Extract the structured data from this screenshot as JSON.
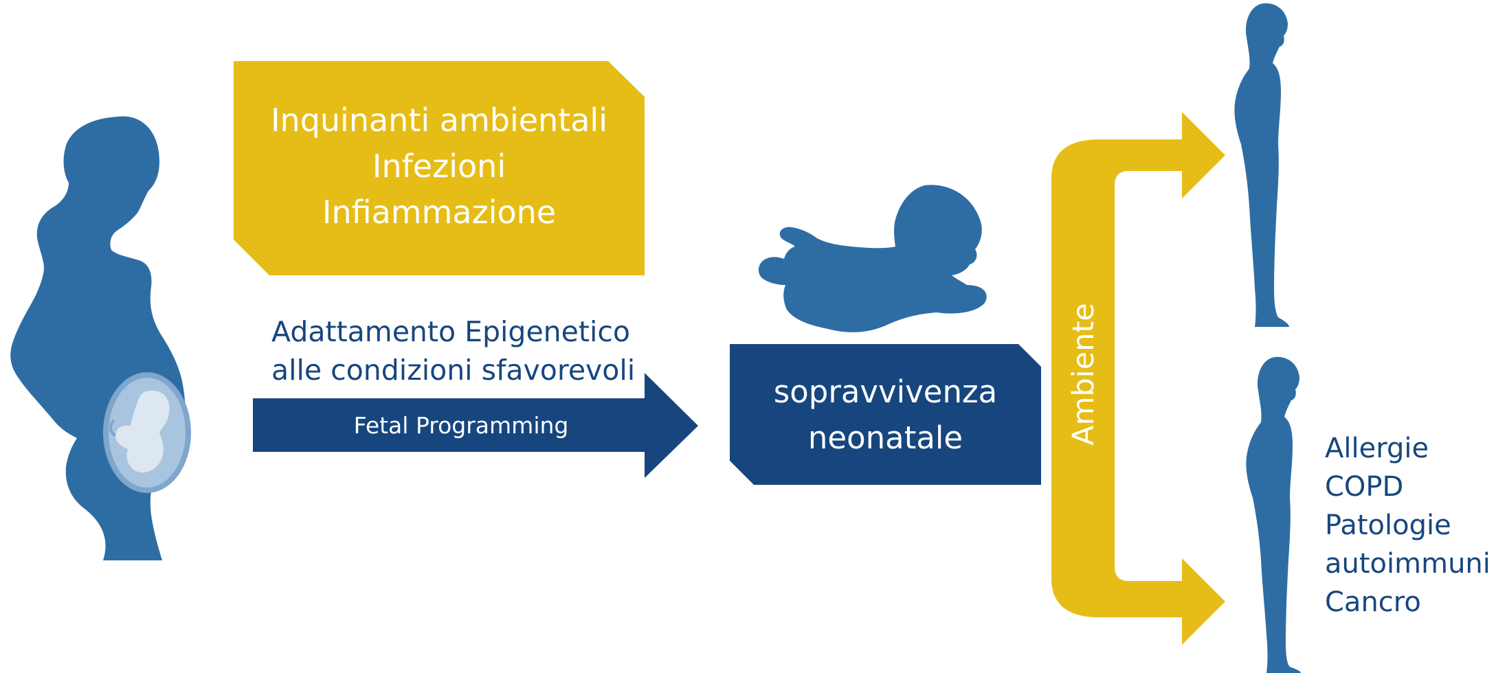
{
  "stress_box": {
    "lines": [
      "Inquinanti ambientali",
      "Infezioni",
      "Infiammazione"
    ]
  },
  "adaptation": {
    "lines": [
      "Adattamento Epigenetico",
      "alle condizioni sfavorevoli"
    ]
  },
  "programming_arrow": {
    "label": "Fetal Programming"
  },
  "survival_box": {
    "lines": [
      "sopravvivenza",
      "neonatale"
    ]
  },
  "environment": {
    "label": "Ambiente"
  },
  "outcomes": {
    "diseases": [
      "Allergie",
      "COPD",
      "Patologie",
      "autoimmuni",
      "Cancro"
    ]
  },
  "colors": {
    "silhouette": "#2E6DA4",
    "dark_blue": "#17467E",
    "yellow": "#E6BD17",
    "text_white": "#ffffff"
  }
}
